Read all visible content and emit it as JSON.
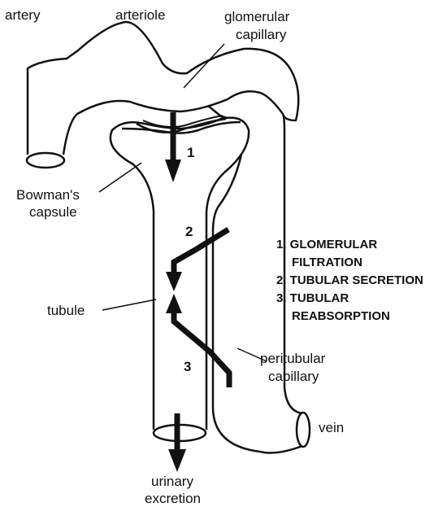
{
  "labels": {
    "artery": "artery",
    "arteriole": "arteriole",
    "glomerular_capillary": [
      "glomerular",
      "capillary"
    ],
    "bowmans_capsule": [
      "Bowman's",
      "capsule"
    ],
    "tubule": "tubule",
    "peritubular_capillary": [
      "peritubular",
      "capillary"
    ],
    "vein": "vein",
    "urinary_excretion": [
      "urinary",
      "excretion"
    ]
  },
  "arrow_numbers": {
    "filtration": "1",
    "secretion": "2",
    "reabsorption": "3"
  },
  "legend": [
    [
      "1. GLOMERULAR",
      "FILTRATION"
    ],
    [
      "2. TUBULAR SECRETION"
    ],
    [
      "3. TUBULAR",
      "REABSORPTION"
    ]
  ],
  "colors": {
    "ink": "#111111",
    "background": "#ffffff"
  }
}
